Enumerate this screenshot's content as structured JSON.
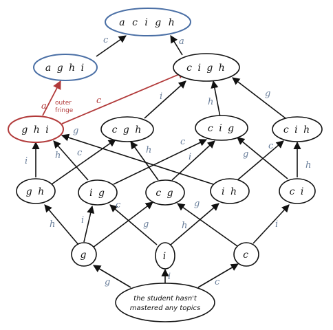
{
  "colors": {
    "black": "#111111",
    "blue": "#4a6fa5",
    "red": "#b23a3a",
    "edge_label": "#6a7f9b"
  },
  "nodes": {
    "acigh": "a c i g h",
    "aghi": "a g h i",
    "cigh": "c i g h",
    "ghi": "g h i",
    "cgh": "c g h",
    "cig": "c i g",
    "cih": "c i h",
    "gh": "g h",
    "ig": "i g",
    "cg": "c g",
    "ih": "i h",
    "ci": "c i",
    "g": "g",
    "i": "i",
    "c": "c",
    "start_line1": "the student hasn't",
    "start_line2": "mastered any topics"
  },
  "edge_labels": {
    "aghi_acigh": "c",
    "cigh_acigh": "a",
    "ghi_aghi": "a",
    "ghi_cigh": "c",
    "cgh_cigh": "i",
    "cig_cigh": "h",
    "cih_cigh": "g",
    "ih_ghi": "g",
    "gh_ghi": "i",
    "ig_ghi": "h",
    "cg_cgh_left": "c",
    "cg_cgh_right": "h",
    "ig_cig": "c",
    "cg_cig": "i",
    "ci_cig": "g",
    "ih_cih": "c",
    "ci_cih": "h",
    "g_gh": "h",
    "g_ig": "i",
    "g_cg": "c",
    "i_ig": "g",
    "i_ih": "h",
    "c_cg": "g",
    "c_ci": "i",
    "start_g": "g",
    "start_i": "i",
    "start_c": "c"
  },
  "fringe": {
    "line1": "outer",
    "line2": "fringe"
  }
}
